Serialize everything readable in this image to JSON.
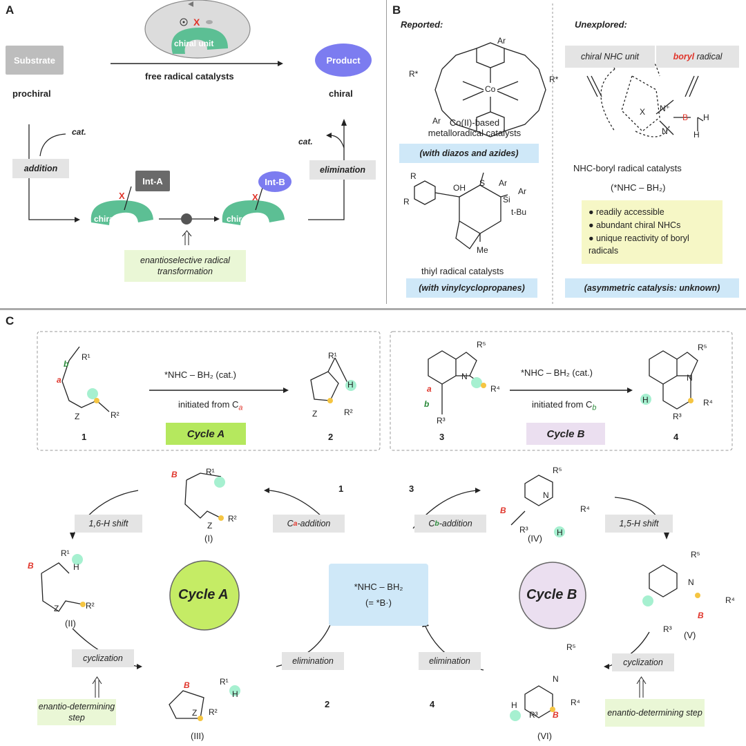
{
  "panelA": {
    "letter": "A",
    "substrate": "Substrate",
    "prochiral": "prochiral",
    "product": "Product",
    "chiral": "chiral",
    "free_radical": "free radical catalysts",
    "chiral_unit": "chiral unit",
    "cat1": "cat.",
    "cat2": "cat.",
    "addition": "addition",
    "elimination": "elimination",
    "int_a": "Int-A",
    "int_b": "Int-B",
    "x": "X",
    "enantio": "enantioselective radical transformation"
  },
  "panelB": {
    "letter": "B",
    "reported": "Reported:",
    "unexplored": "Unexplored:",
    "co_catalyst": "Co(II)-based metalloradical catalysts",
    "with_diazos": "(with diazos and azides)",
    "thiyl": "thiyl radical catalysts",
    "with_vinyl": "(with vinylcyclopropanes)",
    "chiral_nhc_unit": "chiral NHC unit",
    "boryl": "boryl",
    "radical": "radical",
    "nhc_boryl": "NHC-boryl radical catalysts",
    "nhc_formula": "(*NHC – BH₂)",
    "bullets": [
      "readily accessible",
      "abundant chiral NHCs",
      "unique reactivity of boryl radicals"
    ],
    "asym": "(asymmetric catalysis: unknown)"
  },
  "panelC": {
    "letter": "C",
    "reagent": "*NHC – BH₂ (cat.)",
    "init_a": "initiated from C",
    "init_sub_a": "a",
    "init_b": "initiated from C",
    "init_sub_b": "b",
    "cycle_a": "Cycle A",
    "cycle_b": "Cycle B",
    "c1": "1",
    "c2": "2",
    "c3": "3",
    "c4": "4",
    "ca_add": "C",
    "ca_add_sub": "a",
    "ca_add_rest": "-addition",
    "cb_add_sub": "b",
    "h16": "1,6-H shift",
    "h15": "1,5-H shift",
    "cyclization": "cyclization",
    "elimination": "elimination",
    "center1": "*NHC – BH₂",
    "center2": "(= *B·)",
    "enantio_det": "enantio-determining step",
    "i": "(I)",
    "ii": "(II)",
    "iii": "(III)",
    "iv": "(IV)",
    "v": "(V)",
    "vi": "(VI)"
  }
}
